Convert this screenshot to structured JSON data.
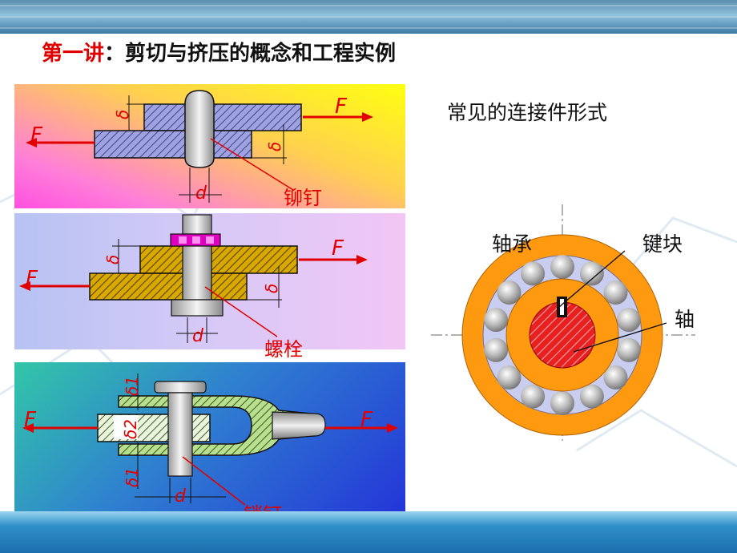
{
  "slide": {
    "title_highlight": "第一讲",
    "title_rest": "：剪切与挤压的概念和工程实例"
  },
  "panels": [
    {
      "connector": "铆钉",
      "force_left": "F",
      "force_right": "F",
      "thickness_top": "δ",
      "thickness_bottom": "δ",
      "diameter": "d"
    },
    {
      "connector": "螺栓",
      "force_left": "F",
      "force_right": "F",
      "thickness_top": "δ",
      "thickness_bottom": "δ",
      "diameter": "d"
    },
    {
      "connector": "销钉",
      "force_left": "F",
      "force_right": "F",
      "thickness_top": "δ1",
      "thickness_middle": "δ2",
      "thickness_bottom": "δ1",
      "diameter": "d"
    }
  ],
  "right": {
    "heading": "常见的连接件形式",
    "bearing_label": "轴承",
    "key_label": "键块",
    "shaft_label": "轴"
  },
  "colors": {
    "title_red": "#e00000",
    "force_red": "#e00000",
    "plate_hatch_blue": "#9fa2e0",
    "plate_hatch_yellow": "#d8a800",
    "pin_green": "#b6e08e",
    "bearing_orange": "#ff9a10",
    "shaft_red": "#e82020"
  }
}
